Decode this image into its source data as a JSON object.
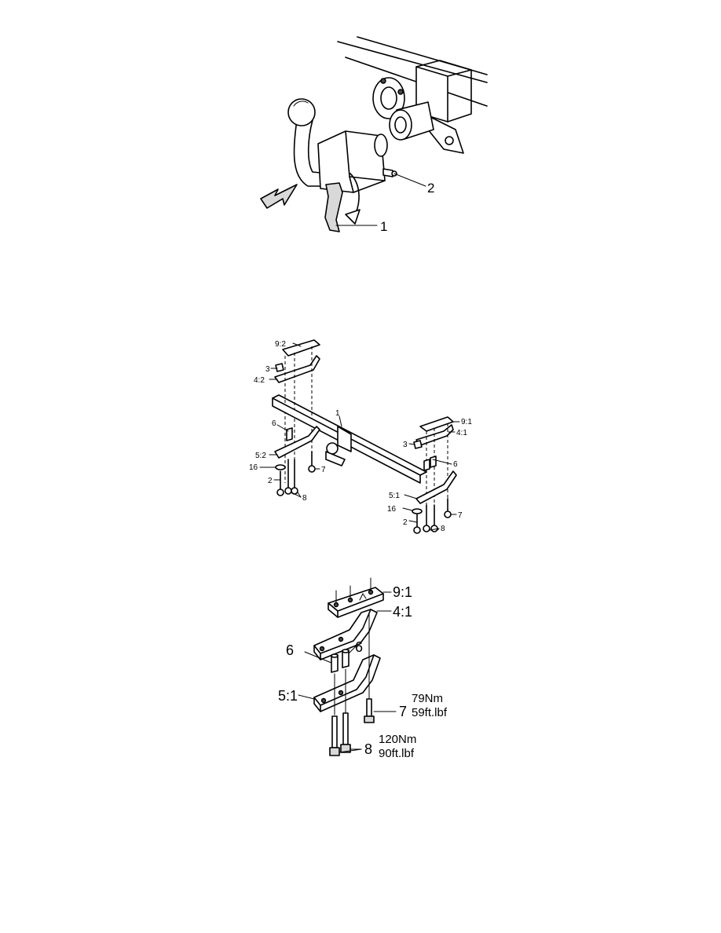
{
  "figure1": {
    "callouts": {
      "c1": "1",
      "c2": "2"
    }
  },
  "figure2": {
    "callouts": {
      "c9_2": "9:2",
      "c3_l": "3",
      "c4_2": "4:2",
      "c1": "1",
      "c6_l": "6",
      "c5_2": "5:2",
      "c16_l": "16",
      "c2_l": "2",
      "c7_l": "7",
      "c8_l": "8",
      "c9_1": "9:1",
      "c4_1": "4:1",
      "c3_r": "3",
      "c6_r": "6",
      "c5_1": "5:1",
      "c16_r": "16",
      "c2_r": "2",
      "c7_r": "7",
      "c8_r": "8"
    }
  },
  "figure3": {
    "callouts": {
      "c9_1": "9:1",
      "c4_1": "4:1",
      "c6_a": "6",
      "c6_b": "6",
      "c5_1": "5:1",
      "c7": "7",
      "c8": "8"
    },
    "torque7": {
      "nm": "79Nm",
      "ftlbf": "59ft.lbf"
    },
    "torque8": {
      "nm": "120Nm",
      "ftlbf": "90ft.lbf"
    }
  }
}
